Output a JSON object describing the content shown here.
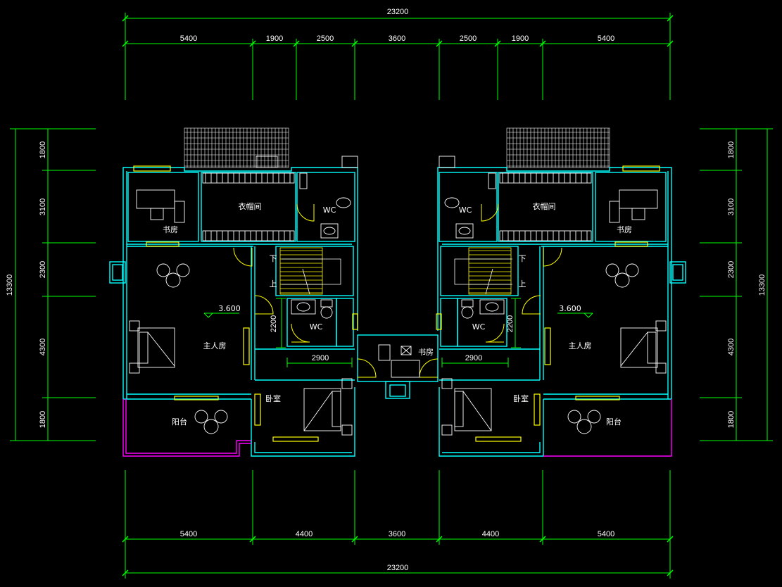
{
  "dimensions": {
    "top_total": "23200",
    "top_segments": [
      "5400",
      "1900",
      "2500",
      "3600",
      "2500",
      "1900",
      "5400"
    ],
    "bottom_total": "23200",
    "bottom_segments": [
      "5400",
      "4400",
      "3600",
      "4400",
      "5400"
    ],
    "left_total": "13300",
    "left_segments": [
      "1800",
      "3100",
      "2300",
      "4300",
      "1800"
    ],
    "right_total": "13300",
    "right_segments": [
      "1800",
      "3100",
      "2300",
      "4300",
      "1800"
    ],
    "inner_2200": "2200",
    "inner_2900": "2900"
  },
  "rooms": {
    "study": "书房",
    "closet": "衣帽间",
    "wc": "WC",
    "master": "主人房",
    "balcony": "阳台",
    "bedroom": "卧室",
    "stair_down": "下",
    "stair_up": "上"
  },
  "levels": {
    "floor_level": "3.600"
  },
  "colors": {
    "dimension": "#00ff00",
    "wall": "#00ffff",
    "window": "#ffff00",
    "balcony_rail": "#ff00ff",
    "fixture": "#ffffff",
    "door": "#ffff00"
  }
}
